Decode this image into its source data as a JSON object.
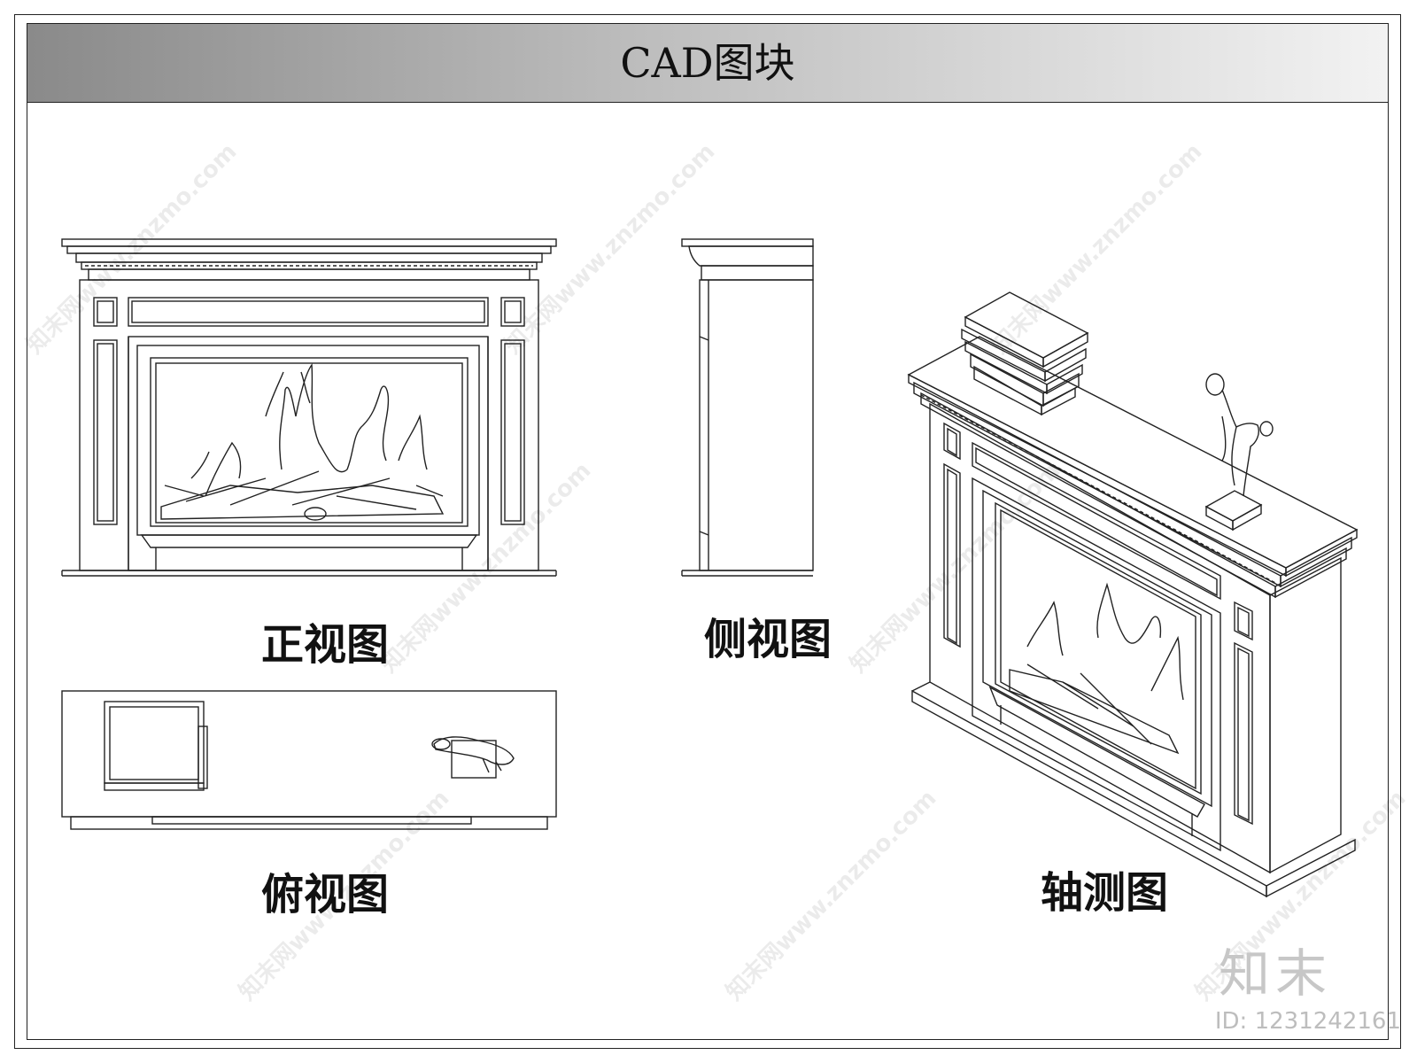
{
  "header": {
    "title": "CAD图块"
  },
  "views": {
    "front_label": "正视图",
    "side_label": "侧视图",
    "top_label": "俯视图",
    "axon_label": "轴测图"
  },
  "watermark": {
    "text": "知末网www.znzmo.com",
    "brand": "知末",
    "id": "ID: 1231242161"
  },
  "colors": {
    "line": "#222222",
    "title_gradient_start": "#8a8a8a",
    "title_gradient_end": "#f2f2f2"
  }
}
